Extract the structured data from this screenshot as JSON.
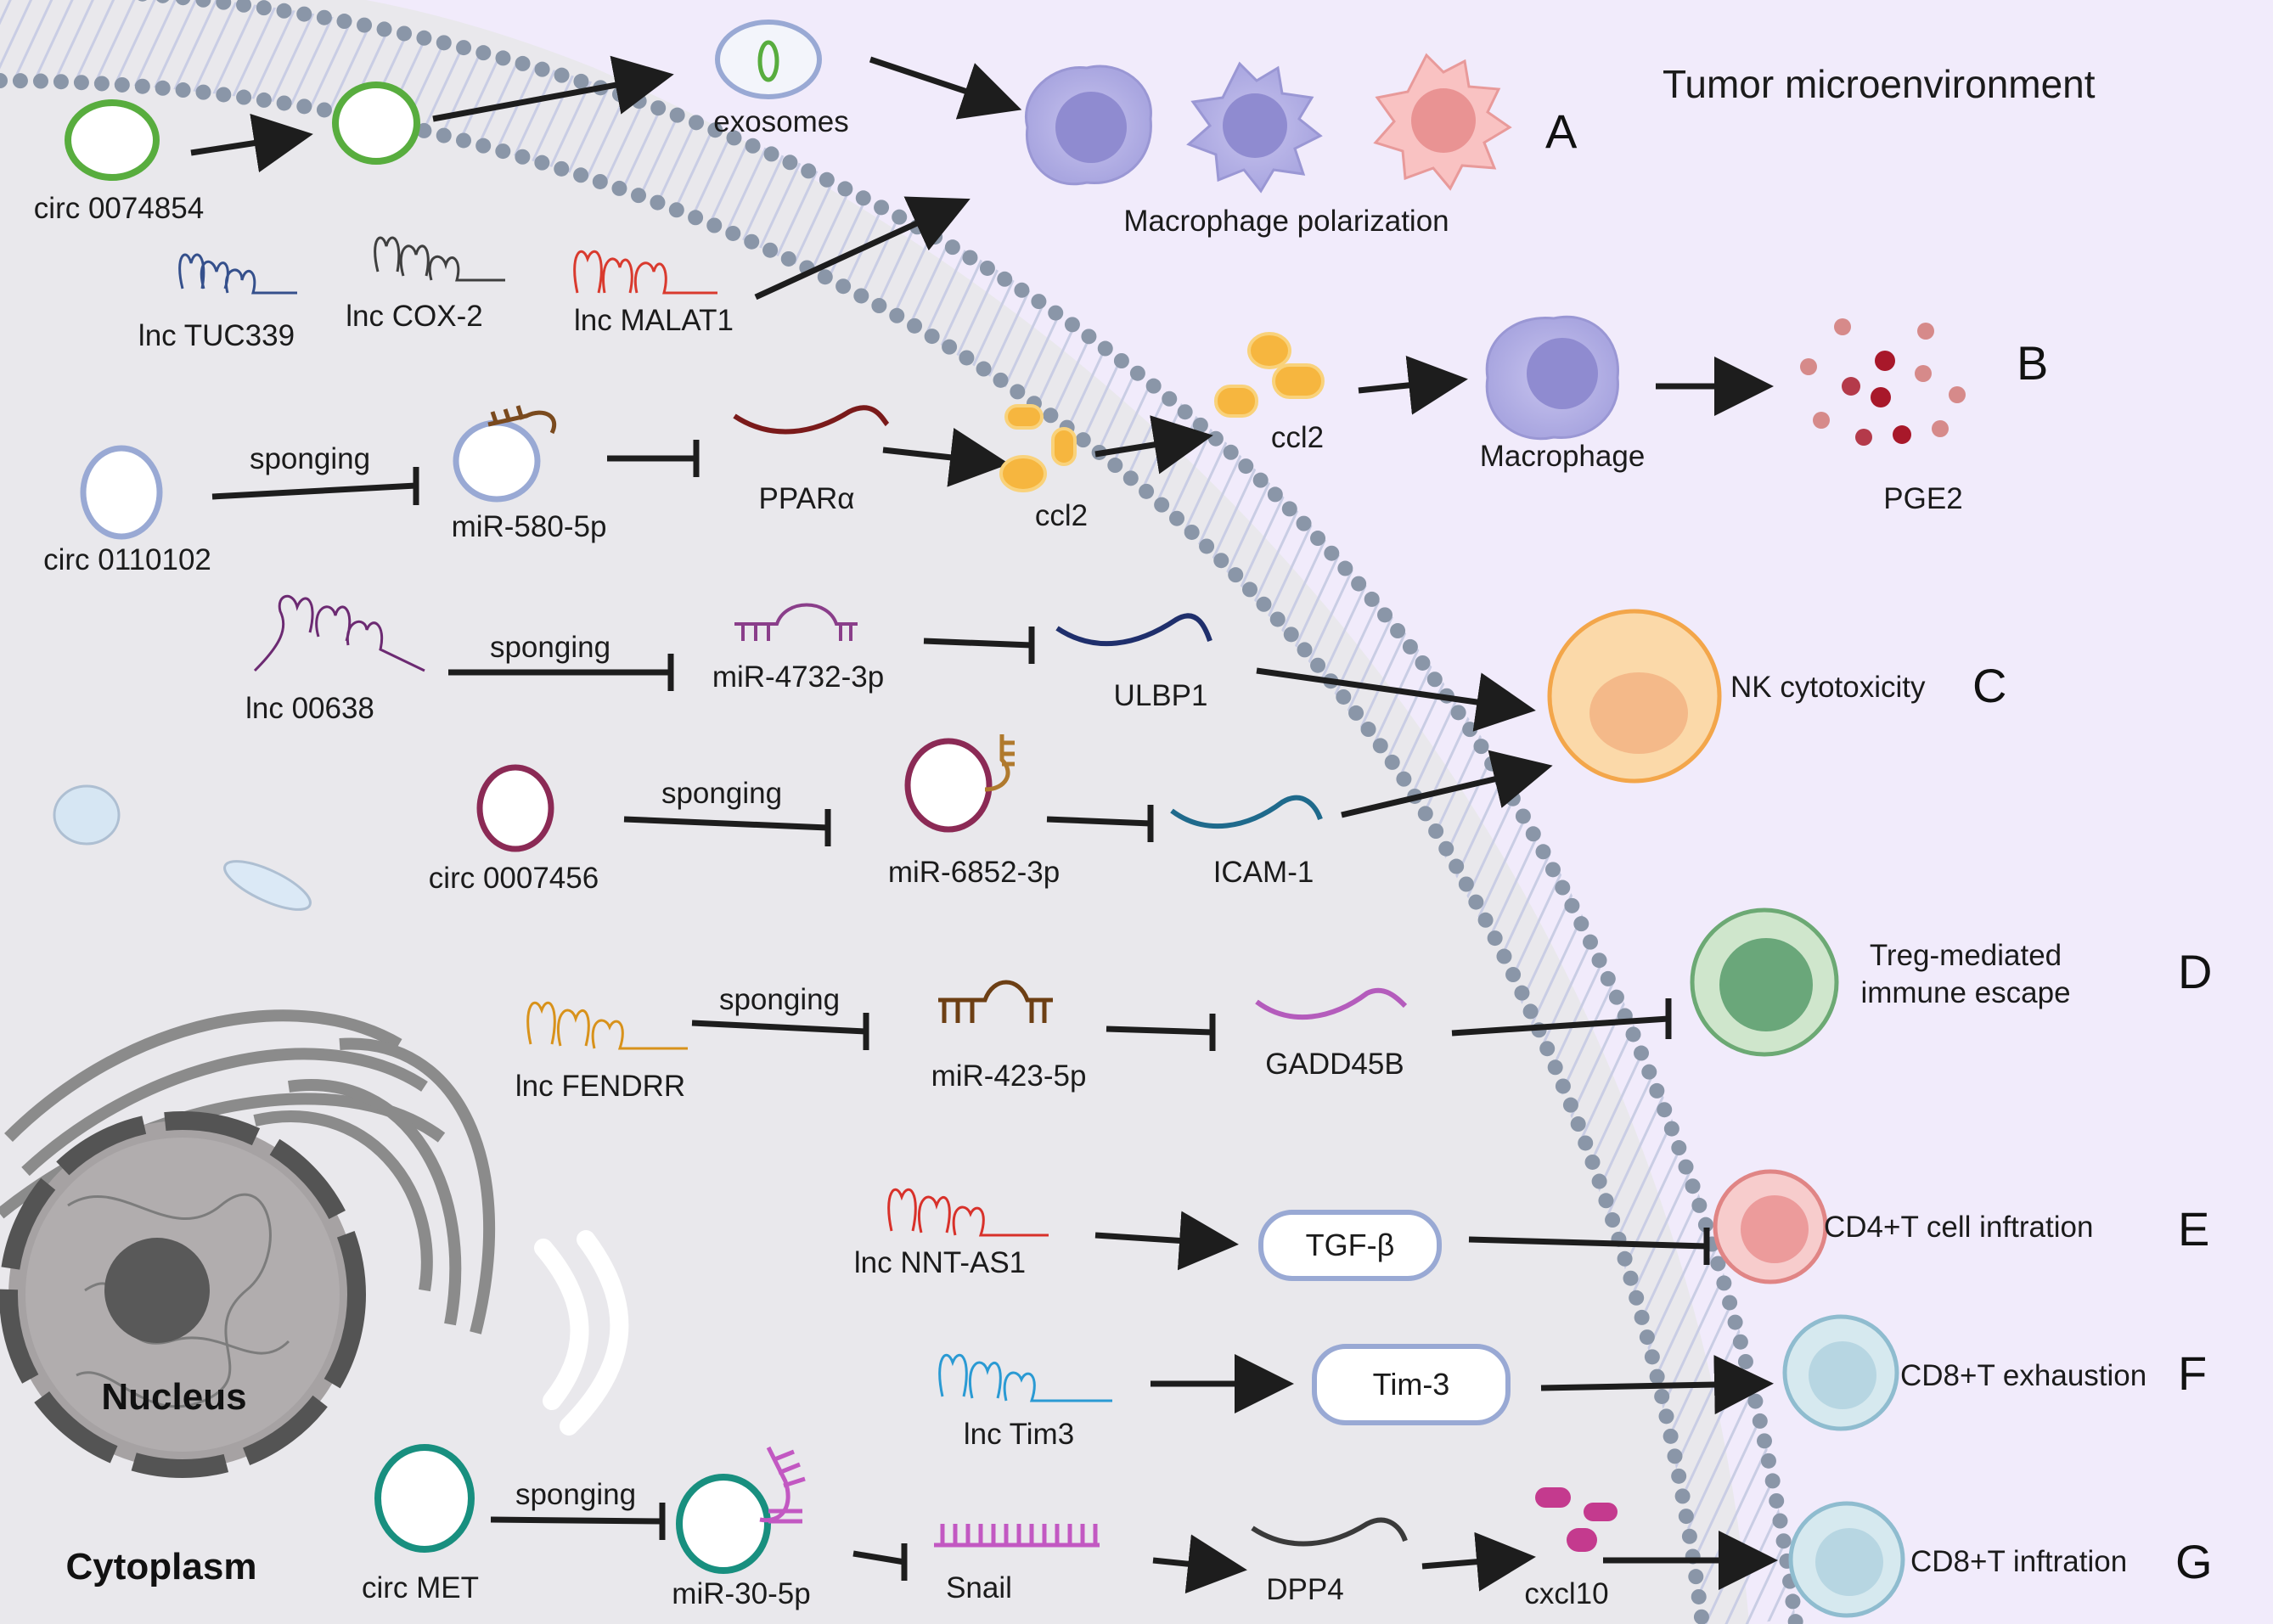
{
  "region_labels": {
    "tme": "Tumor microenvironment",
    "nucleus": "Nucleus",
    "cytoplasm": "Cytoplasm"
  },
  "panels": {
    "a": "A",
    "b": "B",
    "c": "C",
    "d": "D",
    "e": "E",
    "f": "F",
    "g": "G"
  },
  "relation": "sponging",
  "a": {
    "circ": "circ 0074854",
    "exosomes": "exosomes",
    "lnc1": "lnc TUC339",
    "lnc2": "lnc COX-2",
    "lnc3": "lnc MALAT1",
    "outcome": "Macrophage polarization"
  },
  "b": {
    "circ": "circ 0110102",
    "mir": "miR-580-5p",
    "target": "PPARα",
    "ccl2_in": "ccl2",
    "ccl2_out": "ccl2",
    "cell": "Macrophage",
    "product": "PGE2"
  },
  "c": {
    "lnc": "lnc 00638",
    "mir1": "miR-4732-3p",
    "target1": "ULBP1",
    "circ": "circ 0007456",
    "mir2": "miR-6852-3p",
    "target2": "ICAM-1",
    "outcome": "NK cytotoxicity"
  },
  "d": {
    "lnc": "lnc FENDRR",
    "mir": "miR-423-5p",
    "target": "GADD45B",
    "outcome_line1": "Treg-mediated",
    "outcome_line2": "immune escape"
  },
  "e": {
    "lnc": "lnc NNT-AS1",
    "target": "TGF-β",
    "outcome": "CD4+T cell inftration"
  },
  "f": {
    "lnc": "lnc Tim3",
    "target": "Tim-3",
    "outcome": "CD8+T exhaustion"
  },
  "g": {
    "circ": "circ MET",
    "mir": "miR-30-5p",
    "target1": "Snail",
    "target2": "DPP4",
    "chemokine": "cxcl10",
    "outcome": "CD8+T inftration"
  },
  "colors": {
    "tme_bg": "#f1ebfb",
    "cyto_bg": "#e9e8ec",
    "membrane": "#8a96a8",
    "arrow": "#1d1d1d"
  }
}
